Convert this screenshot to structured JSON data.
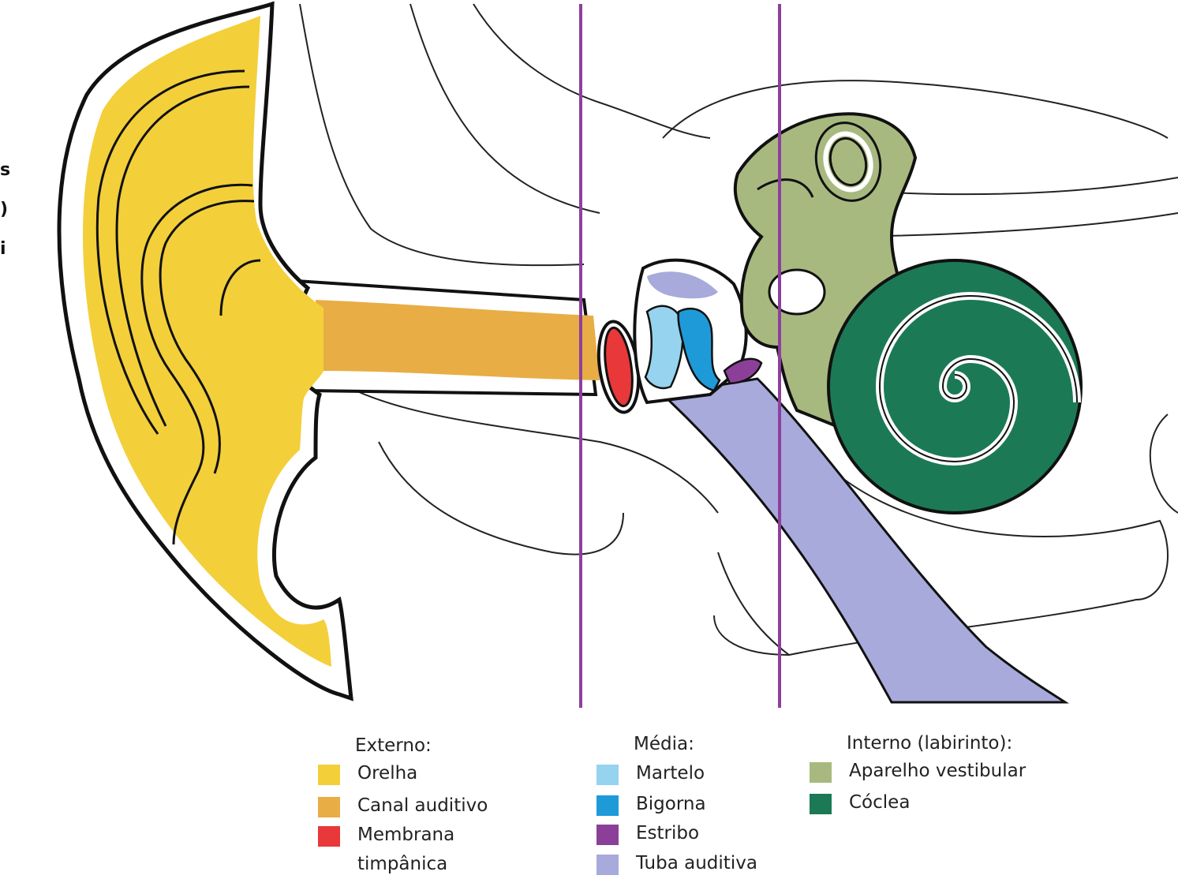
{
  "edge_text": [
    "s",
    ")",
    "i"
  ],
  "legend": {
    "externo": {
      "heading": "Externo:",
      "items": [
        {
          "label": "Orelha",
          "color": "#f3cf3a"
        },
        {
          "label": "Canal auditivo",
          "color": "#e8ad45"
        },
        {
          "label": "Membrana",
          "continuation": "timpânica",
          "color": "#e8383a"
        }
      ]
    },
    "media": {
      "heading": "Média:",
      "items": [
        {
          "label": "Martelo",
          "color": "#96d3ef"
        },
        {
          "label": "Bigorna",
          "color": "#1f9ad8"
        },
        {
          "label": "Estribo",
          "color": "#8c3f98"
        },
        {
          "label": "Tuba auditiva",
          "color": "#a7aada"
        }
      ]
    },
    "interno": {
      "heading": "Interno (labirinto):",
      "items": [
        {
          "label": "Aparelho vestibular",
          "color": "#a8b97f"
        },
        {
          "label": "Cóclea",
          "color": "#1b7a55"
        }
      ]
    }
  },
  "divider_color": "#8e3f9e"
}
